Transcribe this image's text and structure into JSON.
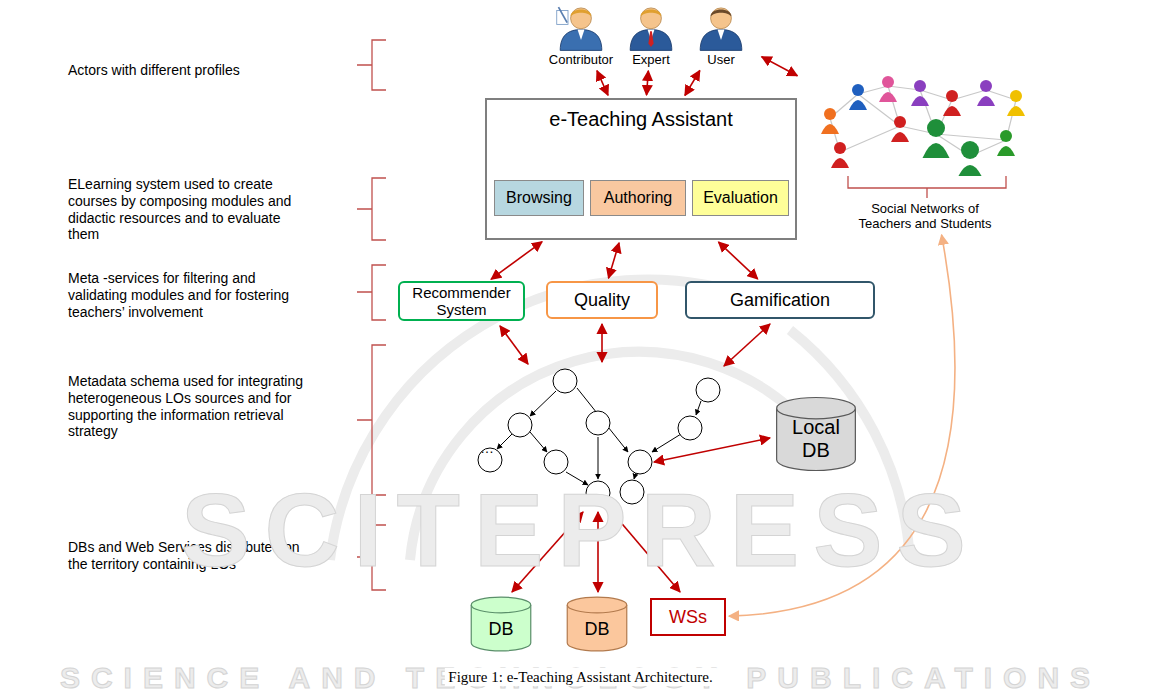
{
  "diagram": {
    "caption": "Figure 1: e-Teaching Assistant Architecture.",
    "nodes": [
      {
        "text": [
          "Contributor"
        ]
      },
      {
        "text": [
          "Expert"
        ]
      },
      {
        "text": [
          "User"
        ]
      },
      {
        "text": [
          "e-Teaching Assistant"
        ]
      },
      {
        "text": [
          "Browsing"
        ],
        "in": 3
      },
      {
        "text": [
          "Authoring"
        ],
        "in": 3
      },
      {
        "text": [
          "Evaluation"
        ],
        "in": 3
      },
      {
        "text": [
          "Recommender System"
        ]
      },
      {
        "text": [
          "Quality"
        ]
      },
      {
        "text": [
          "Gamification"
        ]
      },
      {
        "text": [
          "Local DB"
        ]
      },
      {
        "text": [
          "DB"
        ]
      },
      {
        "text": [
          "DB"
        ]
      },
      {
        "text": [
          "WSs"
        ]
      },
      {
        "text": [
          "Social Networks of Teachers and Students"
        ]
      }
    ],
    "edges": [
      {
        "from": 0,
        "to": 3,
        "arrow": "both"
      },
      {
        "from": 1,
        "to": 3,
        "arrow": "both"
      },
      {
        "from": 2,
        "to": 3,
        "arrow": "both"
      },
      {
        "from": 2,
        "to": 14,
        "arrow": "both"
      },
      {
        "from": 3,
        "to": 7,
        "arrow": "both"
      },
      {
        "from": 3,
        "to": 8,
        "arrow": "both"
      },
      {
        "from": 3,
        "to": 9,
        "arrow": "both"
      },
      {
        "from": 13,
        "to": 14,
        "arrow": "both"
      }
    ],
    "labels": [
      "Actors with different profiles",
      "ELearning system used to create courses by composing modules and didactic resources and to evaluate them",
      "Meta -services for filtering and validating modules and for fostering teachers’ involvement",
      "Metadata schema used for integrating heterogeneous LOs sources and for supporting the information retrieval strategy",
      "DBs and Web Services distributed on the territory containing LOs",
      "…",
      "SCITEPRESS",
      "SCIENCE AND TECHNOLOGY PUBLICATIONS"
    ]
  }
}
